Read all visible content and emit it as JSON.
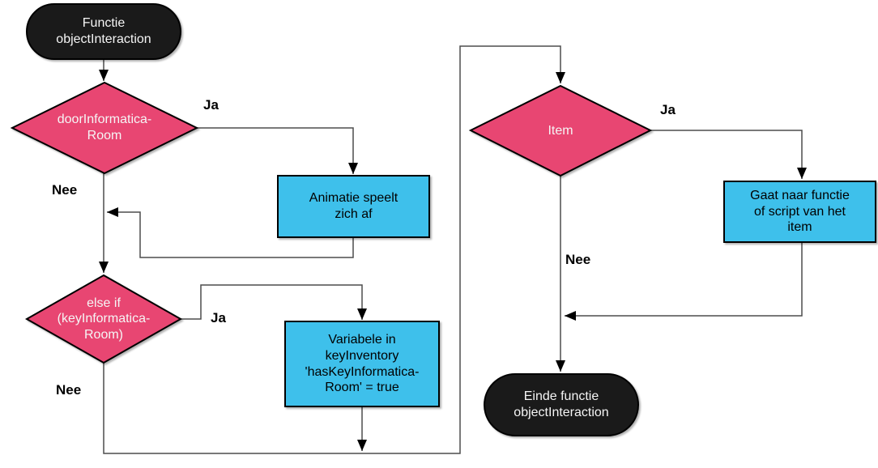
{
  "colors": {
    "node_pink": "#E84672",
    "node_blue": "#3EC0EB",
    "node_black": "#1A1A1A",
    "edge_color": "#4D4D4D",
    "text_light": "#F5F5F5",
    "text_dark": "#000000"
  },
  "nodes": {
    "start": {
      "label": "Functie\nobjectInteraction"
    },
    "decision_door": {
      "label": "doorInformatica-\nRoom"
    },
    "process_animatie": {
      "label": "Animatie speelt\nzich af"
    },
    "decision_keyroom": {
      "label": "else if\n(keyInformatica-\nRoom)"
    },
    "process_variabele": {
      "label": "Variabele in\nkeyInventory\n'hasKeyInformatica-\nRoom' = true"
    },
    "decision_item": {
      "label": "Item"
    },
    "process_item": {
      "label": "Gaat naar functie\nof script van het\nitem"
    },
    "end": {
      "label": "Einde functie\nobjectInteraction"
    }
  },
  "edge_labels": {
    "door_ja": "Ja",
    "door_nee": "Nee",
    "keyroom_ja": "Ja",
    "keyroom_nee": "Nee",
    "item_ja": "Ja",
    "item_nee": "Nee"
  }
}
